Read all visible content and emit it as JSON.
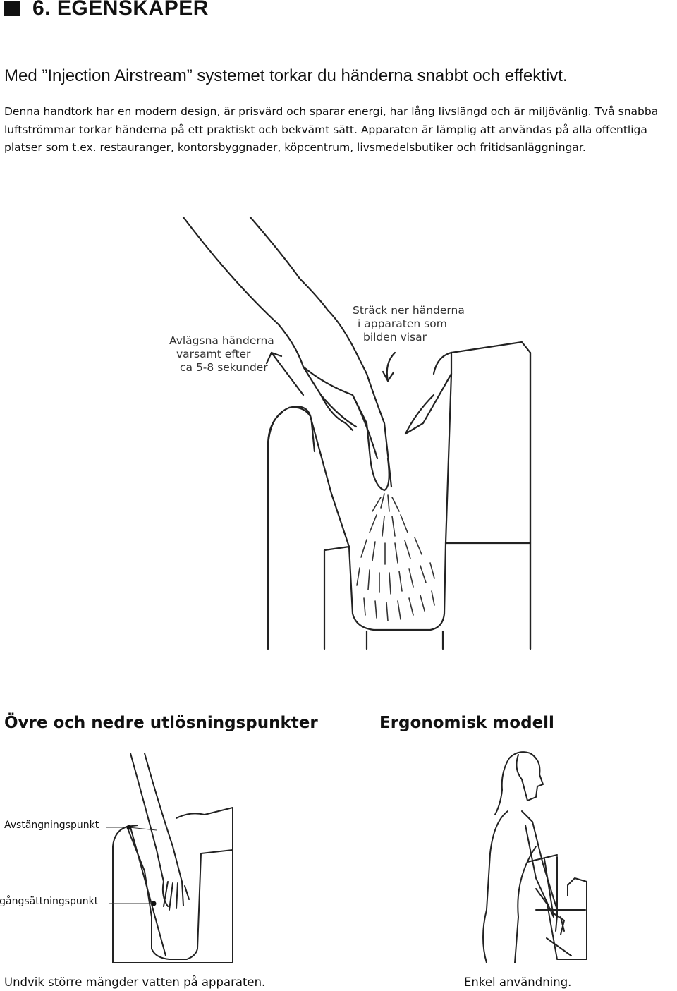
{
  "section": {
    "title": "6. EGENSKAPER",
    "lead": "Med ”Injection Airstream” systemet torkar du händerna snabbt och effektivt.",
    "body": "Denna handtork har en modern design, är prisvärd och sparar energi, har lång livslängd och är miljövänlig. Två snabba luftströmmar torkar händerna på ett praktiskt och bekvämt sätt. Apparaten är lämplig att användas på alla offentliga platser som t.ex. restauranger, kontorsbyggnader, köpcentrum, livsmedelsbutiker och fritidsanläggningar."
  },
  "main_figure": {
    "left_annotation": [
      "Avlägsna händerna",
      "varsamt efter",
      "ca 5-8 sekunder"
    ],
    "right_annotation": [
      "Sträck ner händerna",
      "i apparaten som",
      "bilden visar"
    ]
  },
  "left_panel": {
    "title": "Övre och nedre utlösningspunkter",
    "upper_point": "Avstängningspunkt",
    "lower_point": "Igångsättningspunkt",
    "caption": "Undvik större mängder vatten på apparaten."
  },
  "right_panel": {
    "title": "Ergonomisk modell",
    "caption": "Enkel användning."
  },
  "colors": {
    "ink": "#111111",
    "line": "#222222"
  }
}
